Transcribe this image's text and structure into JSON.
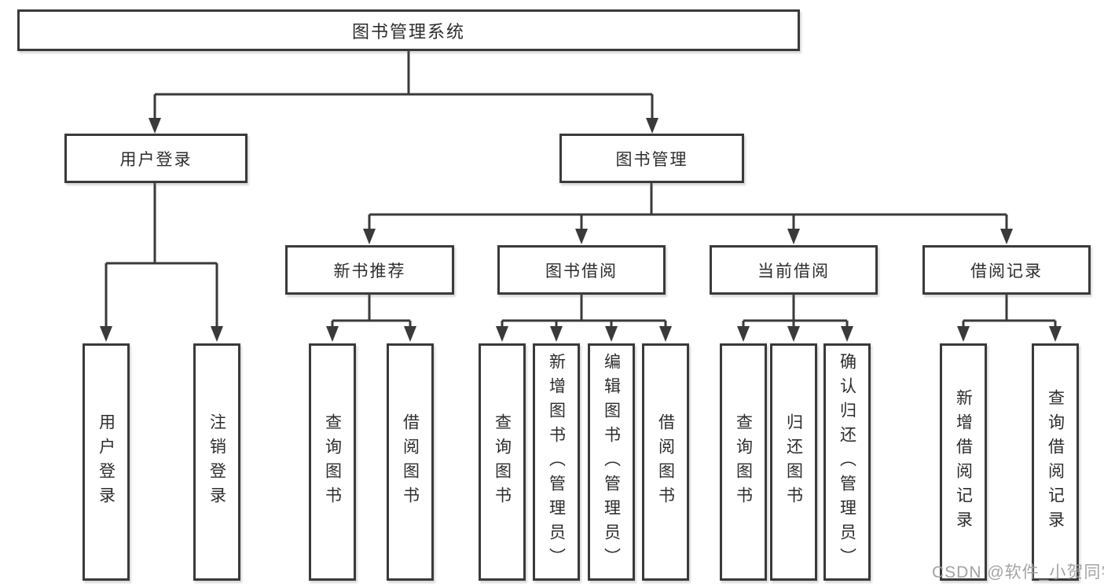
{
  "tree": {
    "root": {
      "label": "图书管理系统",
      "children": [
        {
          "label": "用户登录",
          "children": [
            {
              "label": "用户登录"
            },
            {
              "label": "注销登录"
            }
          ]
        },
        {
          "label": "图书管理",
          "children": [
            {
              "label": "新书推荐",
              "children": [
                {
                  "label": "查询图书"
                },
                {
                  "label": "借阅图书"
                }
              ]
            },
            {
              "label": "图书借阅",
              "children": [
                {
                  "label": "查询图书"
                },
                {
                  "label": "新增图书（管理员）"
                },
                {
                  "label": "编辑图书（管理员）"
                },
                {
                  "label": "借阅图书"
                }
              ]
            },
            {
              "label": "当前借阅",
              "children": [
                {
                  "label": "查询图书"
                },
                {
                  "label": "归还图书"
                },
                {
                  "label": "确认归还（管理员）"
                }
              ]
            },
            {
              "label": "借阅记录",
              "children": [
                {
                  "label": "新增借阅记录"
                },
                {
                  "label": "查询借阅记录"
                }
              ]
            }
          ]
        }
      ]
    }
  },
  "watermark": "CSDN @软件_小贺同学",
  "colors": {
    "line": "#3a3a3a",
    "box_border": "#3a3a3a",
    "box_fill": "#ffffff",
    "text": "#2d2d2d",
    "watermark": "#9e9ea2",
    "background": "#ffffff"
  }
}
